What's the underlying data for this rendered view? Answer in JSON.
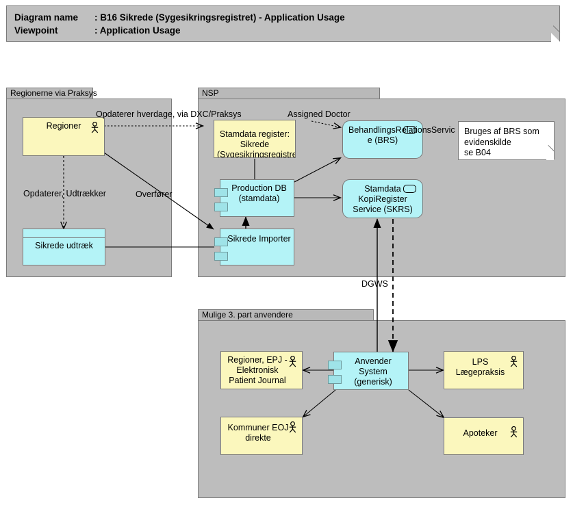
{
  "header": {
    "diagram_name_label": "Diagram name",
    "diagram_name_sep": ": B16 Sikrede (Sygesikringsregistret) - Application Usage",
    "viewpoint_label": "Viewpoint",
    "viewpoint_sep": ": Application Usage"
  },
  "groups": [
    {
      "name": "Regionerne via Praksys"
    },
    {
      "name": "NSP"
    },
    {
      "name": "Mulige 3. part anvendere"
    }
  ],
  "nodes": {
    "regioner": "Regioner",
    "sikrede_udtraek": "Sikrede udtræk",
    "stamdata_register": "Stamdata register: Sikrede (Sygesikringsregistre",
    "production_db": "Production DB\n(stamdata)",
    "sikrede_importer": "Sikrede Importer",
    "brs": "BehandlingsRelationsServic e (BRS)",
    "skrs": "Stamdata KopiRegister Service (SKRS)",
    "anvender_system": "Anvender System\n(generisk)",
    "regioner_epj": "Regioner, EPJ - Elektronisk Patient Journal",
    "lps": "LPS\nLægepraksis",
    "kommuner": "Kommuner EOJ\ndirekte",
    "apoteker": "Apoteker"
  },
  "note": {
    "text": "Bruges af BRS som\nevidenskilde\nse B04"
  },
  "edge_labels": {
    "opdaterer_hverdage": "Opdaterer hverdage, via DXC/Praksys",
    "assigned_doctor": "Assigned Doctor",
    "opdaterer_udtraekker": "Opdaterer, Udtrækker",
    "overfoerer": "Overfører",
    "dgws": "DGWS"
  },
  "colors": {
    "actor_fill": "#fbf7bd",
    "application_fill": "#b4f3f7",
    "group_fill": "#bdbdbd",
    "group_tab_fill": "#b9b9b9",
    "title_fill": "#c0c0c0",
    "note_fill": "#ffffff",
    "line": "#000000",
    "border": "#7a7a7a"
  }
}
